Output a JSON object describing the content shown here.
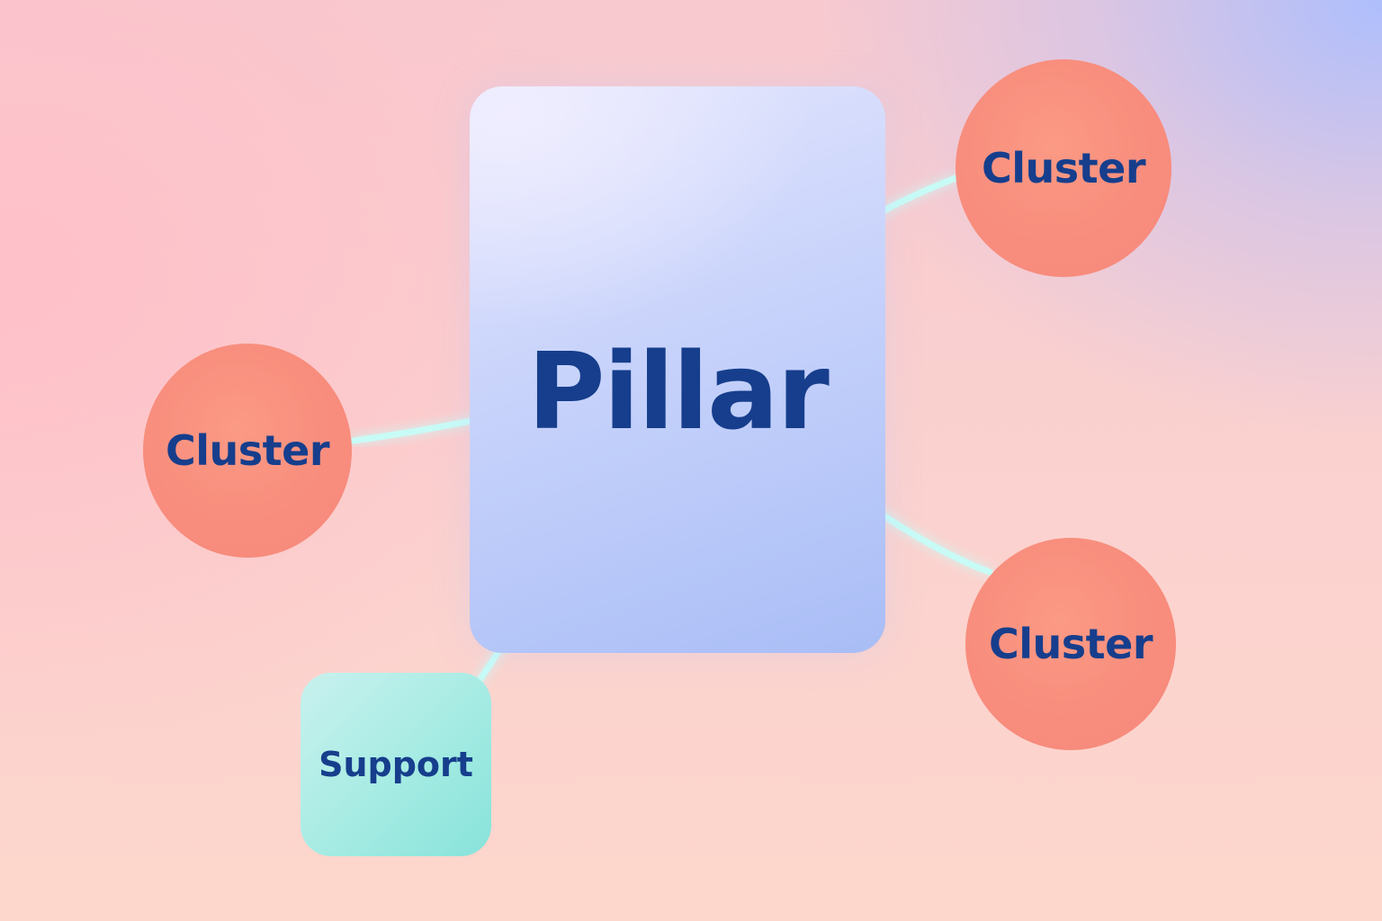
{
  "diagram": {
    "pillar": {
      "label": "Pillar"
    },
    "clusters": [
      {
        "id": "cluster-top-right",
        "label": "Cluster"
      },
      {
        "id": "cluster-left",
        "label": "Cluster"
      },
      {
        "id": "cluster-bottom-right",
        "label": "Cluster"
      }
    ],
    "support": {
      "label": "Support"
    },
    "colors": {
      "pillar_fill": "#b8c8fa",
      "pillar_text": "#163e8c",
      "cluster_fill": "#f88d7d",
      "support_fill": "#a8ece4",
      "connector": "#c8fbf6",
      "connector_glow": "#8ff0ea"
    }
  }
}
